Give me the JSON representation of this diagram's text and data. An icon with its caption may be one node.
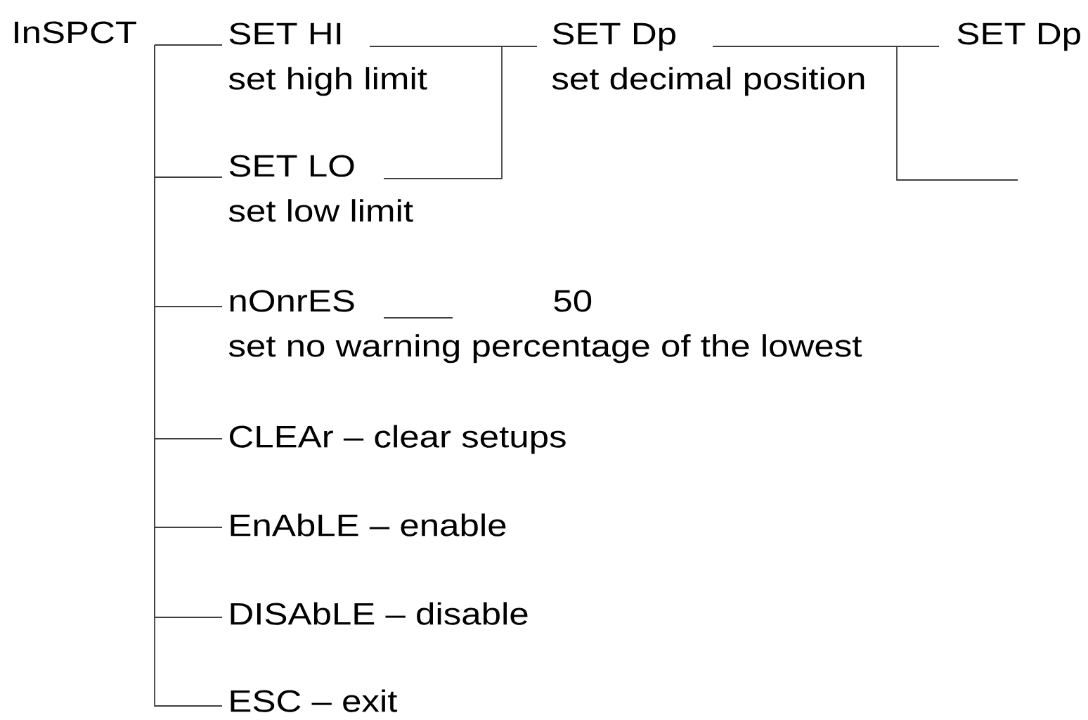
{
  "diagram": {
    "nodes": [
      {
        "text": [
          "InSPCT"
        ]
      },
      {
        "text": [
          "SET HI",
          "set high limit"
        ]
      },
      {
        "text": [
          "SET LO",
          "set low limit"
        ]
      },
      {
        "text": [
          "nOnrES",
          "set no warning percentage of the lowest"
        ]
      },
      {
        "text": [
          "CLEAr – clear setups"
        ]
      },
      {
        "text": [
          "EnAbLE – enable"
        ]
      },
      {
        "text": [
          "DISAbLE – disable"
        ]
      },
      {
        "text": [
          "ESC – exit"
        ]
      },
      {
        "text": [
          "SET Dp",
          "set decimal position"
        ]
      },
      {
        "text": [
          "SET Dp"
        ]
      }
    ],
    "labels": [
      "50"
    ],
    "edges": [
      {
        "from": 0,
        "to": 1,
        "arrow": "none"
      },
      {
        "from": 0,
        "to": 2,
        "arrow": "none"
      },
      {
        "from": 0,
        "to": 3,
        "arrow": "none"
      },
      {
        "from": 0,
        "to": 4,
        "arrow": "none"
      },
      {
        "from": 0,
        "to": 5,
        "arrow": "none"
      },
      {
        "from": 0,
        "to": 6,
        "arrow": "none"
      },
      {
        "from": 0,
        "to": 7,
        "arrow": "none"
      },
      {
        "from": 1,
        "to": 8,
        "arrow": "none"
      },
      {
        "from": 2,
        "to": 8,
        "arrow": "none"
      },
      {
        "from": 8,
        "to": 9,
        "arrow": "none"
      },
      {
        "from": 8,
        "to": null,
        "arrow": "none"
      },
      {
        "from": 3,
        "to": null,
        "arrow": "none"
      }
    ]
  }
}
